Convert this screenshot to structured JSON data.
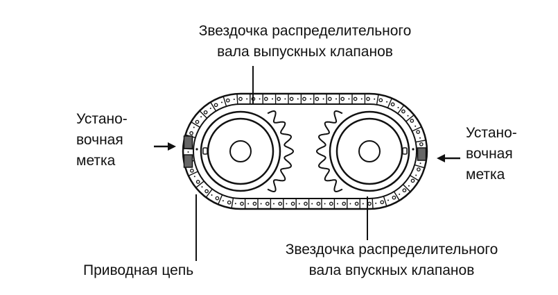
{
  "labels": {
    "exhaust_sprocket": [
      "Звездочка распределительного",
      "вала выпускных клапанов"
    ],
    "intake_sprocket": [
      "Звездочка распределительного",
      "вала впускных клапанов"
    ],
    "left_mark": [
      "Устано-",
      "вочная",
      "метка"
    ],
    "right_mark": [
      "Устано-",
      "вочная",
      "метка"
    ],
    "drive_chain": "Приводная цепь"
  },
  "colors": {
    "ink": "#111111",
    "background": "#ffffff"
  }
}
